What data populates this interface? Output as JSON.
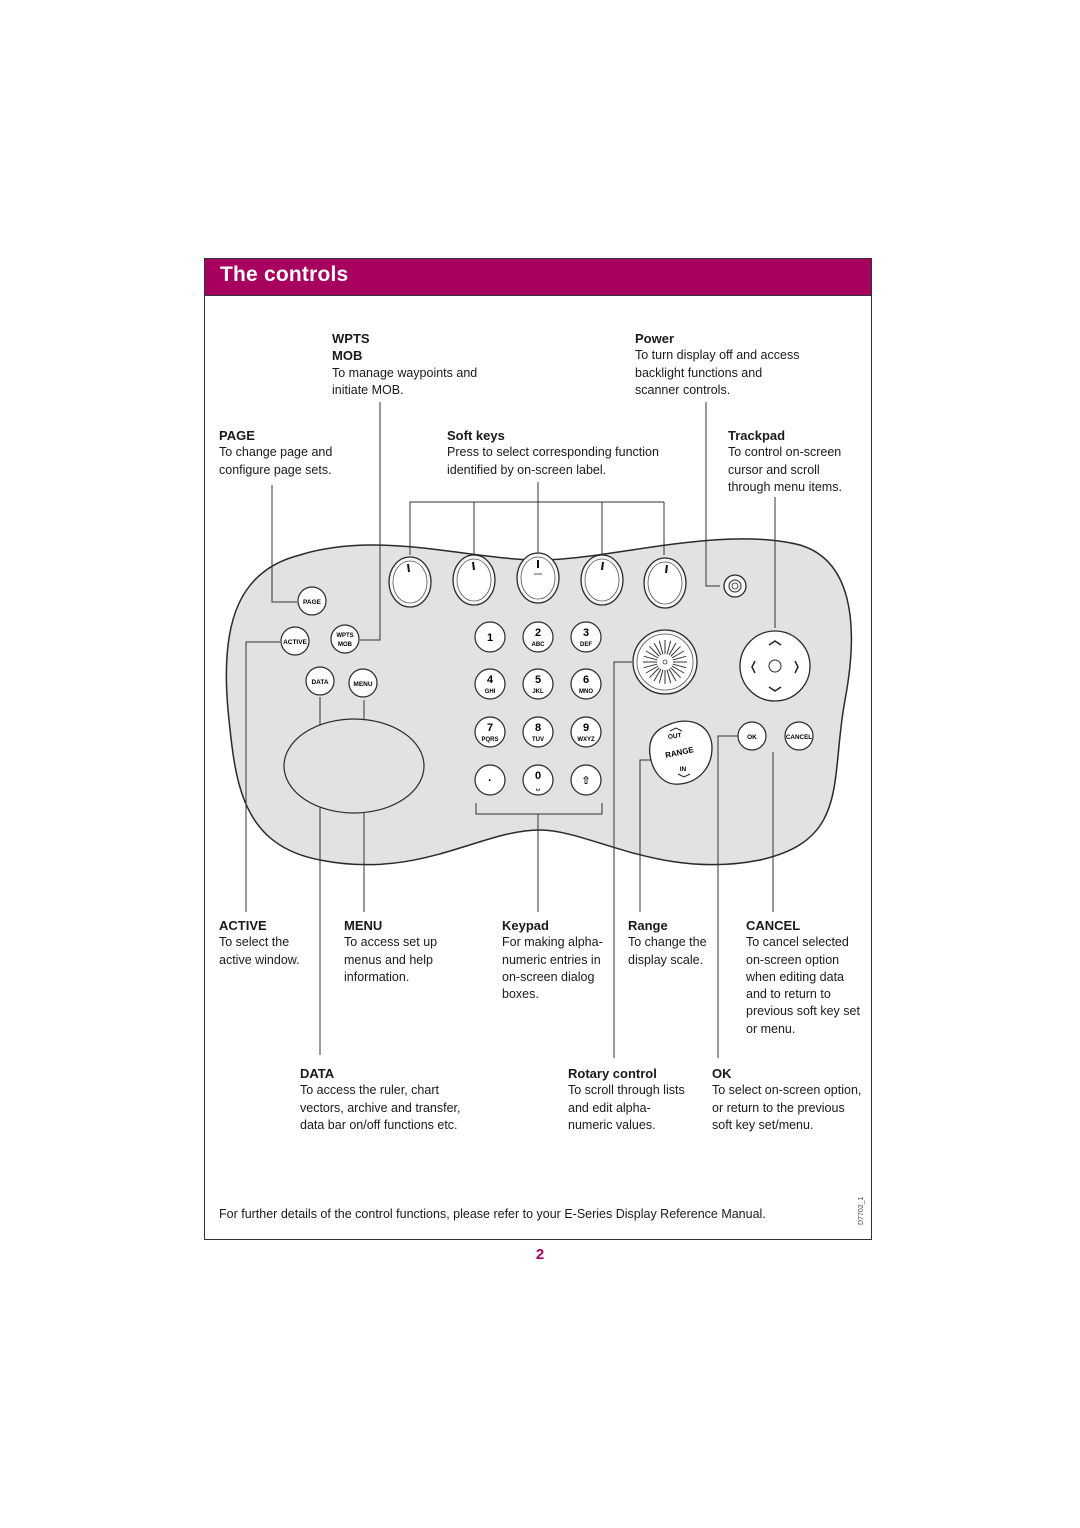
{
  "header": {
    "title": "The controls"
  },
  "callouts": {
    "wpts_mob": {
      "title_line1": "WPTS",
      "title_line2": "MOB",
      "desc": [
        "To manage waypoints and",
        "initiate MOB."
      ]
    },
    "power": {
      "title": "Power",
      "desc": [
        "To turn display off and access",
        "backlight functions and",
        "scanner controls."
      ]
    },
    "page": {
      "title": "PAGE",
      "desc": [
        "To change page and",
        "configure page sets."
      ]
    },
    "soft_keys": {
      "title": "Soft keys",
      "desc": [
        "Press to select corresponding function",
        "identified by on-screen label."
      ]
    },
    "trackpad": {
      "title": "Trackpad",
      "desc": [
        "To control on-screen",
        "cursor and scroll",
        "through menu items."
      ]
    },
    "active": {
      "title": "ACTIVE",
      "desc": [
        "To select the",
        "active window."
      ]
    },
    "menu": {
      "title": "MENU",
      "desc": [
        "To access set up",
        "menus and help",
        "information."
      ]
    },
    "keypad": {
      "title": "Keypad",
      "desc": [
        "For making alpha-",
        "numeric entries in",
        "on-screen dialog",
        "boxes."
      ]
    },
    "range": {
      "title": "Range",
      "desc": [
        "To change the",
        "display scale."
      ]
    },
    "cancel": {
      "title": "CANCEL",
      "desc": [
        "To cancel selected",
        "on-screen option",
        "when editing data",
        "and to return to",
        "previous soft key set",
        "or menu."
      ]
    },
    "data": {
      "title": "DATA",
      "desc": [
        "To access the ruler, chart",
        "vectors, archive and transfer,",
        "data bar on/off functions etc."
      ]
    },
    "rotary": {
      "title": "Rotary control",
      "desc": [
        "To scroll through lists",
        "and edit alpha-",
        "numeric values."
      ]
    },
    "ok": {
      "title": "OK",
      "desc": [
        "To select on-screen option,",
        "or return to the previous",
        "soft key set/menu."
      ]
    }
  },
  "device": {
    "buttons": {
      "page": "PAGE",
      "active": "ACTIVE",
      "wpts": "WPTS",
      "mob": "MOB",
      "data": "DATA",
      "menu": "MENU",
      "ok": "OK",
      "cancel": "CANCEL",
      "range_out": "OUT",
      "range": "RANGE",
      "range_in": "IN"
    },
    "keypad": [
      {
        "num": "1",
        "letters": ""
      },
      {
        "num": "2",
        "letters": "ABC"
      },
      {
        "num": "3",
        "letters": "DEF"
      },
      {
        "num": "4",
        "letters": "GHI"
      },
      {
        "num": "5",
        "letters": "JKL"
      },
      {
        "num": "6",
        "letters": "MNO"
      },
      {
        "num": "7",
        "letters": "PQRS"
      },
      {
        "num": "8",
        "letters": "TUV"
      },
      {
        "num": "9",
        "letters": "WXYZ"
      },
      {
        "num": "·",
        "letters": ""
      },
      {
        "num": "0",
        "letters": "␣"
      },
      {
        "num": "⇧",
        "letters": ""
      }
    ]
  },
  "footer": {
    "note": "For further details of the control functions, please refer to your E-Series Display Reference Manual.",
    "figure_id": "D7702_1",
    "page_number": "2"
  }
}
